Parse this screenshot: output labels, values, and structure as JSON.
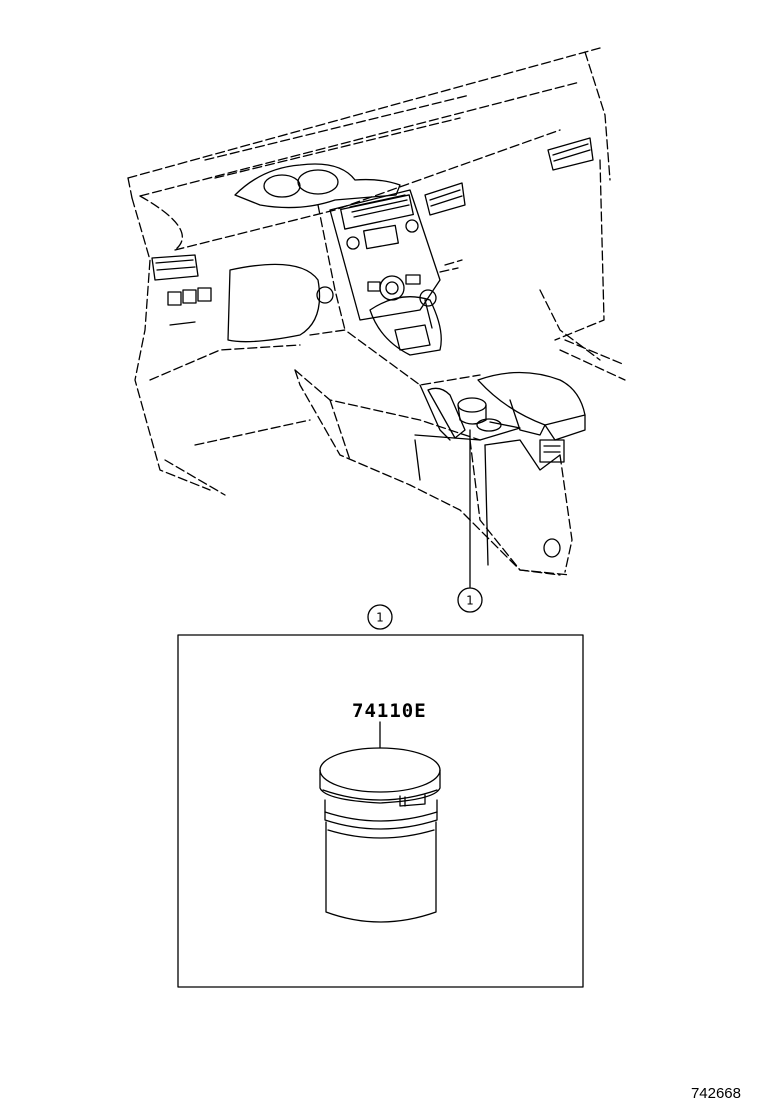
{
  "callouts": {
    "top_number": "1",
    "box_number": "1"
  },
  "part": {
    "number": "74110E"
  },
  "illustration_ref": "742668",
  "icons": {
    "dashboard": "car-dashboard-illustration",
    "ashtray": "ashtray-cup-illustration"
  }
}
